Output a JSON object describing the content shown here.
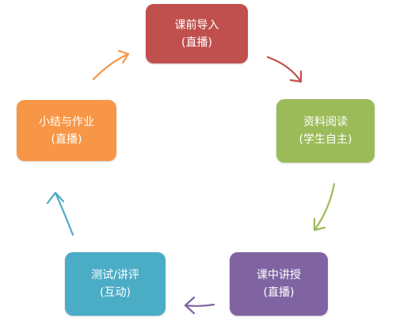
{
  "colors": {
    "top": "#c0504d",
    "right": "#9bbb59",
    "bottom_right": "#8064a2",
    "bottom_left": "#4bacc6",
    "left": "#f79646"
  },
  "nodes": {
    "top": {
      "line1": "课前导入",
      "line2": "(直播)"
    },
    "right": {
      "line1": "资料阅读",
      "line2": "(学生自主)"
    },
    "bottom_right": {
      "line1": "课中讲授",
      "line2": "(直播)"
    },
    "bottom_left": {
      "line1": "测试/讲评",
      "line2": "(互动)"
    },
    "left": {
      "line1": "小结与作业",
      "line2": "(直播)"
    }
  }
}
